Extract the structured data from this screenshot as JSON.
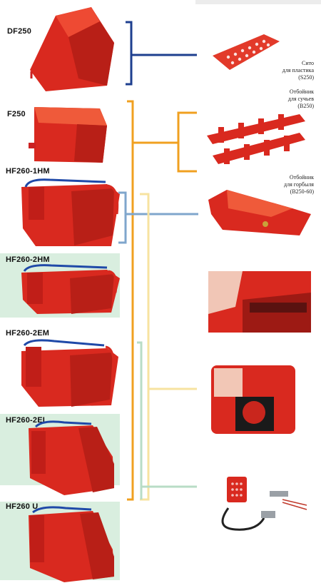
{
  "models": [
    {
      "id": "df250",
      "label": "DF250"
    },
    {
      "id": "f250",
      "label": "F250"
    },
    {
      "id": "hf260-1hm",
      "label": "HF260-1HM"
    },
    {
      "id": "hf260-2hm",
      "label": "HF260-2HM"
    },
    {
      "id": "hf260-2em",
      "label": "HF260-2EM"
    },
    {
      "id": "hf260-2el",
      "label": "HF260-2EL"
    },
    {
      "id": "hf260-u",
      "label": "HF260 U"
    }
  ],
  "parts": {
    "sieve": {
      "line1": "Сито",
      "line2": "для пластика",
      "line3": "(S250)"
    },
    "branch_deflector": {
      "line1": "Отбойник",
      "line2": "для сучьев",
      "line3": "(B250)"
    },
    "slab_deflector": {
      "line1": "Отбойник",
      "line2": "для горбыля",
      "line3": "(B250-60)"
    }
  },
  "colors": {
    "dark_blue": "#1e3f8f",
    "orange": "#f0a020",
    "light_blue": "#7fa6cc",
    "pale_yellow": "#f7e3a0",
    "pale_green": "#b8dcc6",
    "machine_red": "#d9291f",
    "panel_green": "#d9eedf"
  }
}
